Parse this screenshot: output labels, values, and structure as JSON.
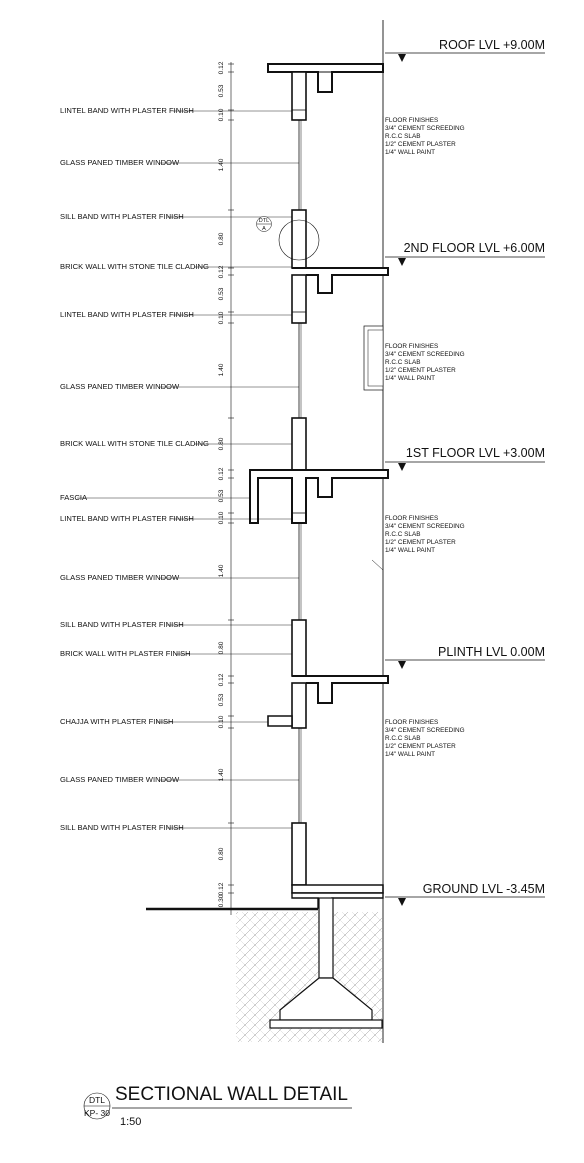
{
  "title_block": {
    "detail_code": "DTL",
    "sheet_ref": "KP- 30",
    "title": "SECTIONAL WALL DETAIL",
    "scale": "1:50"
  },
  "callout": {
    "code": "DTL",
    "letter": "A"
  },
  "levels": [
    {
      "id": "roof",
      "label": "ROOF LVL +9.00M"
    },
    {
      "id": "second-floor",
      "label": "2ND FLOOR LVL +6.00M"
    },
    {
      "id": "first-floor",
      "label": "1ST FLOOR LVL +3.00M"
    },
    {
      "id": "plinth",
      "label": "PLINTH LVL 0.00M"
    },
    {
      "id": "ground",
      "label": "GROUND LVL -3.45M"
    }
  ],
  "left_labels": [
    "LINTEL BAND WITH PLASTER FINISH",
    "GLASS PANED TIMBER WINDOW",
    "SILL BAND WITH PLASTER FINISH",
    "BRICK WALL WITH STONE TILE CLADING",
    "LINTEL BAND WITH PLASTER FINISH",
    "GLASS PANED TIMBER WINDOW",
    "BRICK WALL WITH STONE TILE CLADING",
    "FASCIA",
    "LINTEL BAND WITH PLASTER FINISH",
    "GLASS PANED TIMBER WINDOW",
    "SILL BAND WITH PLASTER FINISH",
    "BRICK WALL WITH PLASTER FINISH",
    "CHAJJA WITH PLASTER FINISH",
    "GLASS PANED TIMBER WINDOW",
    "SILL BAND WITH PLASTER FINISH"
  ],
  "floor_finish_notes": [
    "FLOOR FINISHES",
    "3/4\" CEMENT SCREEDING",
    "R.C.C SLAB",
    "1/2\" CEMENT PLASTER",
    "1/4\" WALL PAINT"
  ],
  "dimension_labels": [
    "0.12",
    "0.53",
    "0.10",
    "1.40",
    "0.80",
    "0.12",
    "0.53",
    "0.10",
    "1.40",
    "0.80",
    "0.12",
    "0.53",
    "0.10",
    "1.40",
    "0.80",
    "0.12",
    "0.53",
    "0.10",
    "1.40",
    "0.80",
    "0.12",
    "0.30"
  ],
  "colors": {
    "line": "#111111",
    "paper": "#ffffff",
    "hatch": "#9a9a9a"
  }
}
